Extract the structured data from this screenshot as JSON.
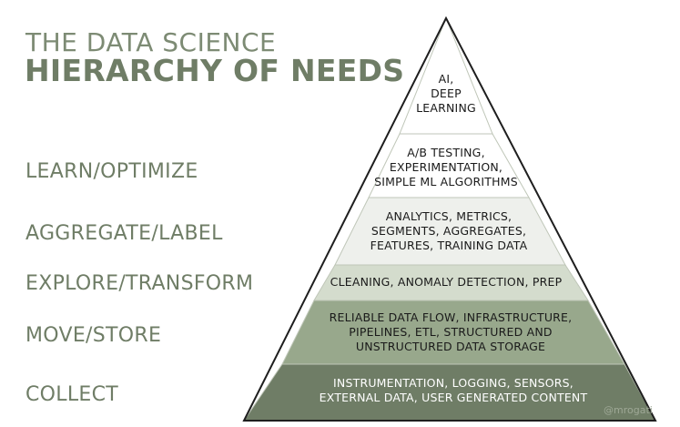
{
  "title": {
    "line1": "THE DATA SCIENCE",
    "line2": "HIERARCHY OF NEEDS"
  },
  "side_labels": [
    "LEARN/OPTIMIZE",
    "AGGREGATE/LABEL",
    "EXPLORE/TRANSFORM",
    "MOVE/STORE",
    "COLLECT"
  ],
  "tiers": [
    {
      "text": "AI,\nDEEP\nLEARNING",
      "fill": "#ffffff",
      "text_color": "#1a1a1a"
    },
    {
      "text": "A/B TESTING,\nEXPERIMENTATION,\nSIMPLE ML ALGORITHMS",
      "fill": "#ffffff",
      "text_color": "#1a1a1a"
    },
    {
      "text": "ANALYTICS, METRICS,\nSEGMENTS, AGGREGATES,\nFEATURES, TRAINING DATA",
      "fill": "#eef0ec",
      "text_color": "#1a1a1a"
    },
    {
      "text": "CLEANING, ANOMALY DETECTION, PREP",
      "fill": "#d4dccd",
      "text_color": "#1a1a1a"
    },
    {
      "text": "RELIABLE DATA FLOW, INFRASTRUCTURE,\nPIPELINES, ETL, STRUCTURED AND\nUNSTRUCTURED DATA STORAGE",
      "fill": "#98a88c",
      "text_color": "#1a1a1a"
    },
    {
      "text": "INSTRUMENTATION, LOGGING, SENSORS,\nEXTERNAL DATA, USER GENERATED CONTENT",
      "fill": "#6f7d66",
      "text_color": "#ffffff"
    }
  ],
  "credit": "@mrogati",
  "colors": {
    "outline": "#1e1e1e",
    "title": "#6f7d66"
  }
}
